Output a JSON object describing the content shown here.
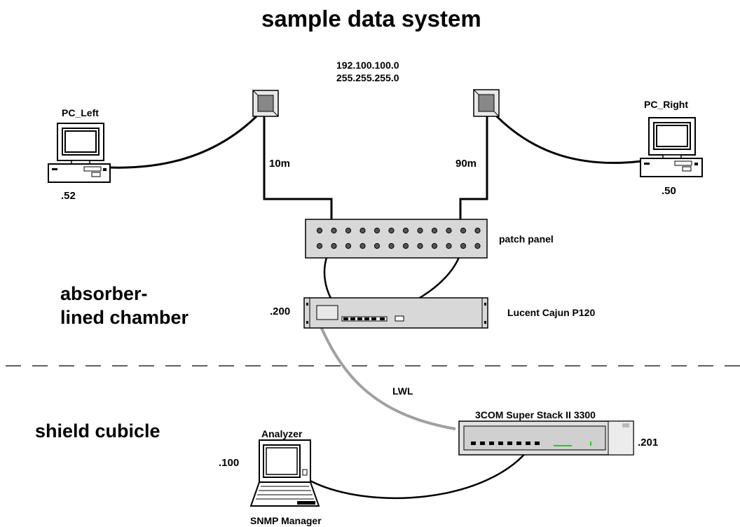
{
  "diagram": {
    "title": "sample data system",
    "network": {
      "address": "192.100.100.0",
      "mask": "255.255.255.0"
    },
    "zones": {
      "chamber": [
        "absorber-",
        "lined chamber"
      ],
      "cubicle": "shield cubicle"
    },
    "devices": {
      "pc_left": {
        "name": "PC_Left",
        "ip": ".52"
      },
      "pc_right": {
        "name": "PC_Right",
        "ip": ".50"
      },
      "patch_panel": {
        "name": "patch panel"
      },
      "lucent": {
        "name": "Lucent Cajun P120",
        "ip": ".200"
      },
      "threecom": {
        "name": "3COM Super Stack II 3300",
        "ip": ".201"
      },
      "analyzer": {
        "name": "Analyzer",
        "ip": ".100",
        "role": "SNMP Manager"
      }
    },
    "cables": {
      "left": "10m",
      "right": "90m",
      "fiber": "LWL"
    },
    "colors": {
      "line": "#000000",
      "fiber": "#a0a0a0",
      "device": "#d8d8d8",
      "led": "#22cc22"
    },
    "icons": [
      "desktop-pc-icon",
      "wall-socket-icon",
      "laptop-icon"
    ]
  }
}
